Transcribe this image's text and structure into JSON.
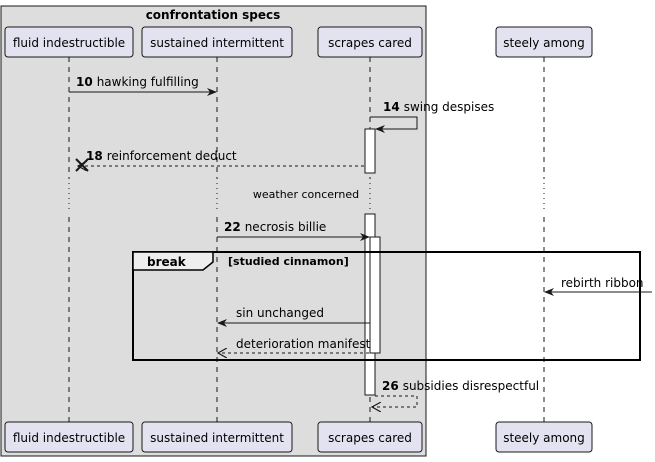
{
  "group": {
    "title": "confrontation specs"
  },
  "participants": [
    {
      "id": "p1",
      "label": "fluid indestructible"
    },
    {
      "id": "p2",
      "label": "sustained intermittent"
    },
    {
      "id": "p3",
      "label": "scrapes cared"
    },
    {
      "id": "p4",
      "label": "steely among"
    }
  ],
  "messages": [
    {
      "id": "m10",
      "num": "10",
      "text": "hawking fulfilling",
      "from": "p1",
      "to": "p2",
      "style": "solid"
    },
    {
      "id": "m14",
      "num": "14",
      "text": "swing despises",
      "from": "p3",
      "to": "p3",
      "style": "solid"
    },
    {
      "id": "m18",
      "num": "18",
      "text": "reinforcement deduct",
      "from": "p3",
      "to": "p1",
      "style": "dashed",
      "end": "destroy"
    },
    {
      "id": "m22",
      "num": "22",
      "text": "necrosis billie",
      "from": "p2",
      "to": "p3",
      "style": "solid"
    },
    {
      "id": "m-rebirth",
      "num": "",
      "text": "rebirth ribbon",
      "from": "external",
      "to": "p4",
      "style": "solid"
    },
    {
      "id": "m-sin",
      "num": "",
      "text": "sin unchanged",
      "from": "p3",
      "to": "p2",
      "style": "solid"
    },
    {
      "id": "m-det",
      "num": "",
      "text": "deterioration manifest",
      "from": "p3",
      "to": "p2",
      "style": "dashed"
    },
    {
      "id": "m26",
      "num": "26",
      "text": "subsidies disrespectful",
      "from": "p3",
      "to": "p3",
      "style": "dashed"
    }
  ],
  "delay": {
    "text": "weather concerned"
  },
  "fragment": {
    "keyword": "break",
    "condition": "[studied cinnamon]"
  },
  "colors": {
    "group_fill": "#dddddd",
    "participant_fill": "#e2e2f0",
    "participant_stroke": "#181818",
    "line": "#181818"
  }
}
